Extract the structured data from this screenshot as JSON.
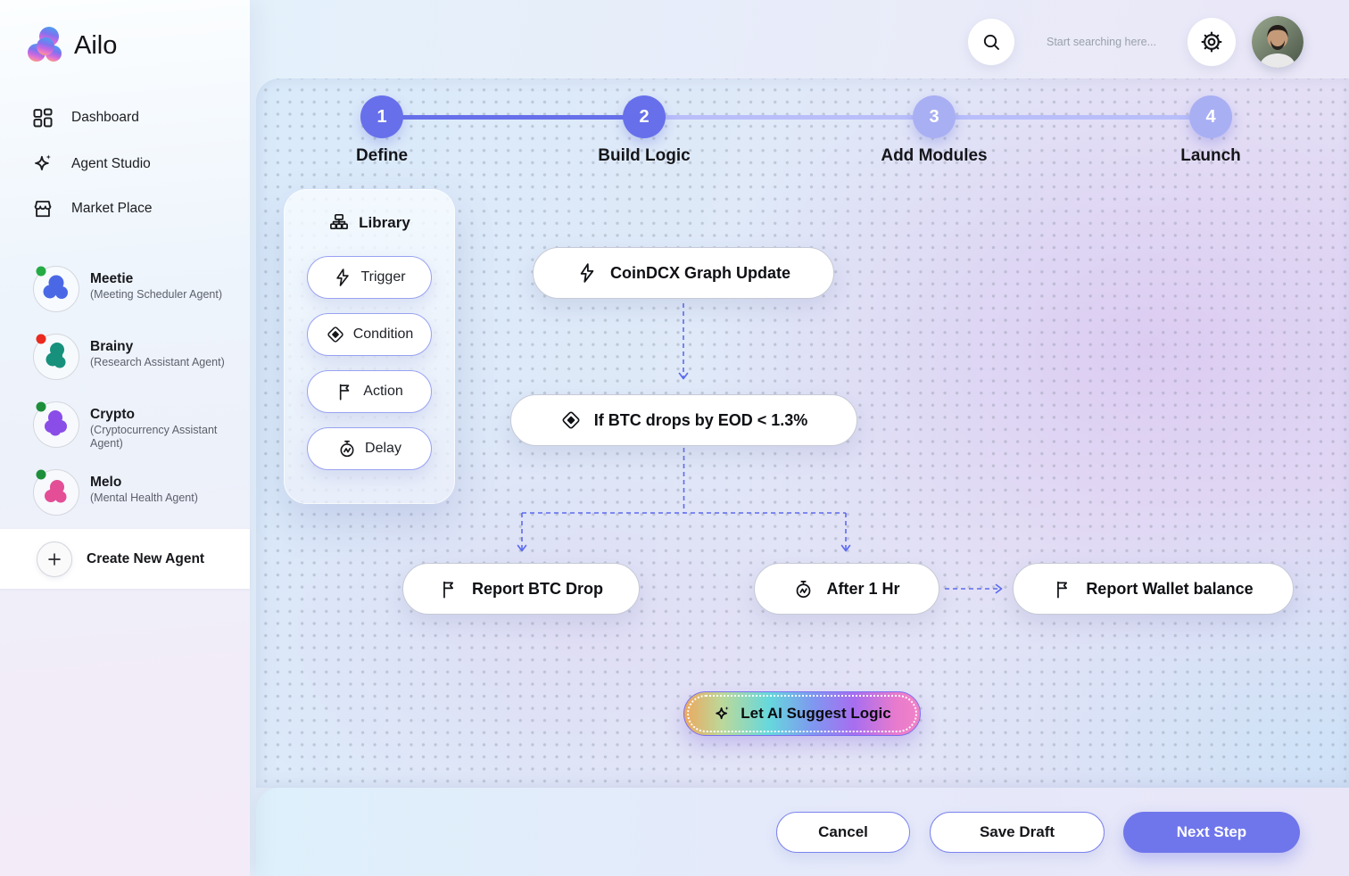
{
  "app": {
    "name": "Ailo"
  },
  "topbar": {
    "search_placeholder": "Start searching here..."
  },
  "sidebar": {
    "nav": [
      {
        "label": "Dashboard"
      },
      {
        "label": "Agent Studio"
      },
      {
        "label": "Market Place"
      }
    ],
    "agents": [
      {
        "name": "Meetie",
        "role": "(Meeting Scheduler Agent)",
        "blob_color": "#4a68e6",
        "status_color": "#24ab44"
      },
      {
        "name": "Brainy",
        "role": "(Research Assistant Agent)",
        "blob_color": "#17917c",
        "status_color": "#ea2a1f"
      },
      {
        "name": "Crypto",
        "role": "(Cryptocurrency Assistant Agent)",
        "blob_color": "#8a4de8",
        "status_color": "#1d8f3a"
      },
      {
        "name": "Melo",
        "role": "(Mental Health Agent)",
        "blob_color": "#e34e97",
        "status_color": "#1d8f3a"
      }
    ],
    "create_agent_label": "Create New Agent"
  },
  "stepper": {
    "steps": [
      {
        "number": "1",
        "label": "Define",
        "state": "active"
      },
      {
        "number": "2",
        "label": "Build Logic",
        "state": "active"
      },
      {
        "number": "3",
        "label": "Add Modules",
        "state": "upcoming"
      },
      {
        "number": "4",
        "label": "Launch",
        "state": "upcoming"
      }
    ],
    "active_color": "#6770ea",
    "upcoming_color": "#a9aff3"
  },
  "library": {
    "title": "Library",
    "items": [
      {
        "label": "Trigger"
      },
      {
        "label": "Condition"
      },
      {
        "label": "Action"
      },
      {
        "label": "Delay"
      }
    ]
  },
  "flow": {
    "trigger_node": {
      "label": "CoinDCX Graph Update"
    },
    "condition_node": {
      "label": "If BTC drops by  EOD < 1.3%"
    },
    "action_node_1": {
      "label": "Report BTC Drop"
    },
    "delay_node": {
      "label": "After 1 Hr"
    },
    "action_node_2": {
      "label": "Report Wallet balance"
    },
    "connector_color": "#5d6bf0"
  },
  "ai_suggest": {
    "label": "Let AI Suggest Logic",
    "gradient": [
      "#eda85e",
      "#66d8dc",
      "#7f97f0",
      "#a76ef0",
      "#f083c6"
    ]
  },
  "footer": {
    "cancel_label": "Cancel",
    "save_draft_label": "Save Draft",
    "next_step_label": "Next Step",
    "primary_color": "#6f76eb"
  }
}
